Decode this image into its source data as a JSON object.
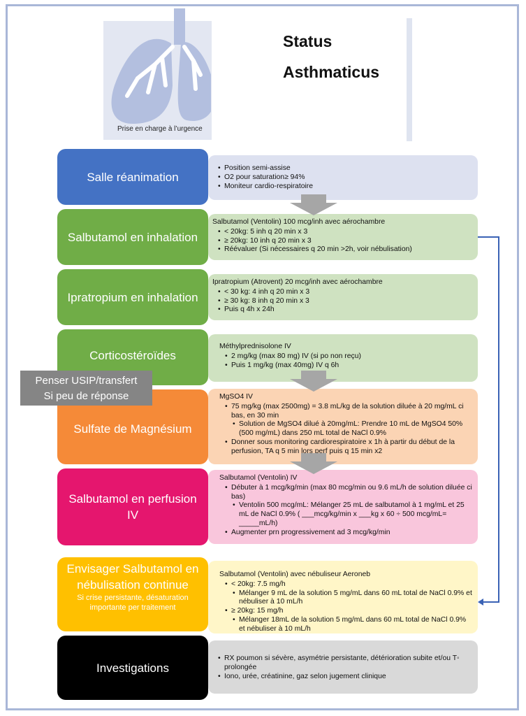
{
  "header": {
    "title_line1": "Status",
    "title_line2": "Asthmaticus",
    "caption": "Prise en charge à l’urgence",
    "lung_icon": "lungs-icon"
  },
  "note": {
    "line1": "Penser USIP/transfert",
    "line2": "Si peu de réponse"
  },
  "colors": {
    "salle": "#4472c4",
    "green": "#70ad47",
    "orange": "#f58a38",
    "pink": "#e5166e",
    "yellow": "#ffc000",
    "black": "#000000",
    "detail_blue": "#dde1f0",
    "detail_green": "#cfe2c1",
    "detail_orange": "#fbd4b4",
    "detail_pink": "#f9c6dc",
    "detail_yellow": "#fff6c8",
    "detail_gray": "#d9d9d9",
    "connector": "#3a62b5"
  },
  "steps": [
    {
      "title": "Salle réanimation",
      "items": [
        "Position semi-assise",
        "O2 pour saturation≥ 94%",
        "Moniteur cardio-respiratoire"
      ]
    },
    {
      "title": "Salbutamol en inhalation",
      "head": "Salbutamol (Ventolin) 100 mcg/inh avec aérochambre",
      "items": [
        "< 20kg: 5 inh q 20 min x 3",
        "≥ 20kg: 10 inh q 20 min x 3",
        "Réévaluer (Si nécessaires q 20 min >2h, voir nébulisation)"
      ]
    },
    {
      "title": "Ipratropium en inhalation",
      "head": "Ipratropium (Atrovent) 20 mcg/inh avec aérochambre",
      "items": [
        "< 30 kg: 4 inh q 20 min x 3",
        "≥ 30 kg: 8 inh q 20 min x 3",
        "Puis q 4h x 24h"
      ]
    },
    {
      "title": "Corticostéroïdes",
      "head": "Méthylprednisolone IV",
      "items": [
        "2 mg/kg (max 80 mg) IV (si po non reçu)",
        "Puis 1 mg/kg (max 40mg) IV q 6h"
      ]
    },
    {
      "title": "Sulfate de Magnésium",
      "head": "MgSO4 IV",
      "items": [
        "75 mg/kg (max 2500mg) = 3.8 mL/kg de la solution diluée à 20 mg/mL ci bas, en 30 min",
        "Solution de MgSO4 dilué à 20mg/mL: Prendre 10 mL de MgSO4 50% (500 mg/mL) dans 250 mL total de NaCl 0.9%",
        "Donner sous monitoring cardiorespiratoire x 1h à partir du début de la perfusion, TA q 5 min lors perf puis q 15 min x2"
      ]
    },
    {
      "title": "Salbutamol en perfusion IV",
      "head": "Salbutamol (Ventolin) IV",
      "items": [
        "Débuter à 1 mcg/kg/min (max 80 mcg/min ou 9.6 mL/h de solution diluée ci bas)",
        "Ventolin 500 mcg/mL: Mélanger 25 mL de salbutamol à 1 mg/mL et 25 mL de NaCl 0.9% ( ___mcg/kg/min x ___kg x 60 ÷ 500 mcg/mL= _____mL/h)",
        "Augmenter prn progressivement ad 3 mcg/kg/min"
      ]
    },
    {
      "title": "Envisager Salbutamol en nébulisation continue",
      "subtitle": "Si crise persistante, désaturation importante per traitement",
      "head": "Salbutamol (Ventolin) avec nébuliseur Aeroneb",
      "items": [
        "< 20kg: 7.5 mg/h",
        "Mélanger 9 mL de la solution 5 mg/mL dans 60 mL total de NaCl 0.9% et nébuliser à 10 mL/h",
        "≥ 20kg: 15 mg/h",
        "Mélanger 18mL de la solution 5 mg/mL dans 60 mL total de NaCl 0.9% et nébuliser à 10 mL/h"
      ]
    },
    {
      "title": "Investigations",
      "items": [
        "RX poumon si sévère, asymétrie persistante, détérioration subite et/ou T◦ prolongée",
        "Iono, urée, créatinine, gaz selon jugement clinique"
      ]
    }
  ]
}
